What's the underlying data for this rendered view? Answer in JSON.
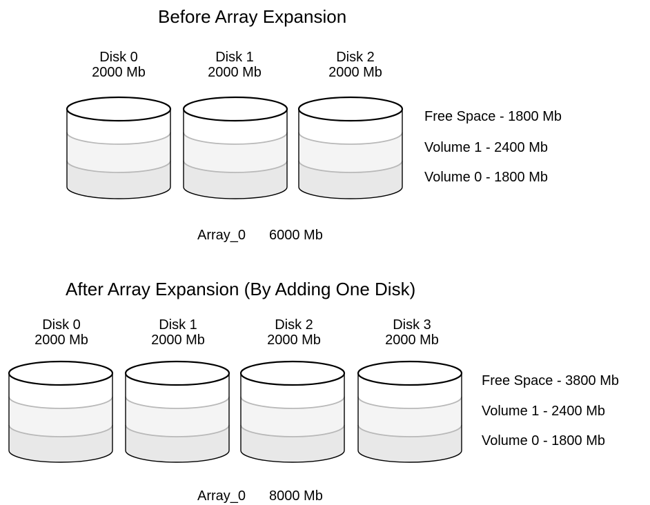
{
  "before": {
    "title": "Before Array Expansion",
    "disks": [
      {
        "name": "Disk 0",
        "size": "2000 Mb"
      },
      {
        "name": "Disk 1",
        "size": "2000 Mb"
      },
      {
        "name": "Disk 2",
        "size": "2000 Mb"
      }
    ],
    "legend": {
      "free": "Free Space - 1800 Mb",
      "volume1": "Volume 1 - 2400 Mb",
      "volume0": "Volume 0 - 1800 Mb"
    },
    "array_name": "Array_0",
    "array_size": "6000 Mb"
  },
  "after": {
    "title": "After Array Expansion (By Adding One Disk)",
    "disks": [
      {
        "name": "Disk 0",
        "size": "2000 Mb"
      },
      {
        "name": "Disk 1",
        "size": "2000 Mb"
      },
      {
        "name": "Disk 2",
        "size": "2000 Mb"
      },
      {
        "name": "Disk 3",
        "size": "2000 Mb"
      }
    ],
    "legend": {
      "free": "Free Space - 3800 Mb",
      "volume1": "Volume 1 - 2400 Mb",
      "volume0": "Volume 0 - 1800 Mb"
    },
    "array_name": "Array_0",
    "array_size": "8000 Mb"
  },
  "colors": {
    "free": "#ffffff",
    "volume1": "#f4f4f4",
    "volume0": "#e8e8e8",
    "stroke": "#000000",
    "band_line": "#b8b8b8"
  }
}
